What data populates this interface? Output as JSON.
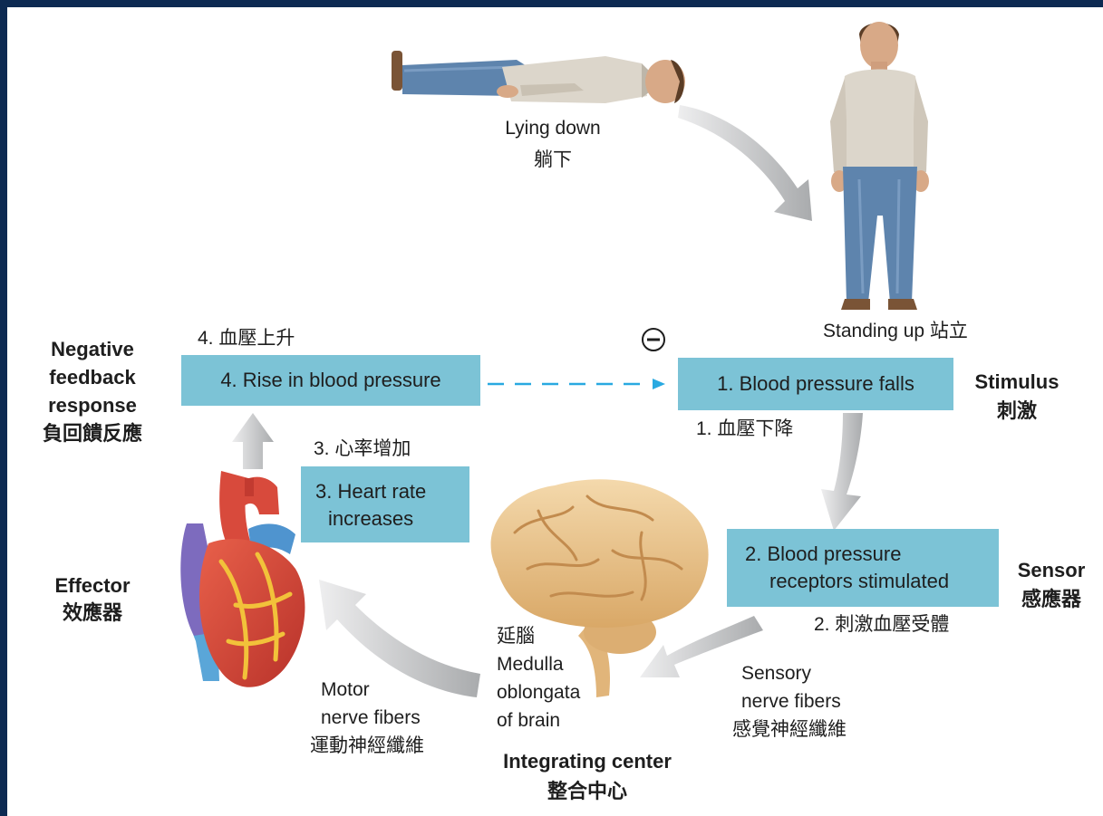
{
  "people": {
    "lying_en": "Lying down",
    "lying_zh": "躺下",
    "standing": "Standing up 站立"
  },
  "stimulus": {
    "box": "1. Blood pressure falls",
    "zh": "1. 血壓下降",
    "title_en": "Stimulus",
    "title_zh": "刺激"
  },
  "sensor": {
    "box_line1": "2. Blood pressure",
    "box_line2": "receptors stimulated",
    "zh": "2. 刺激血壓受體",
    "title_en": "Sensor",
    "title_zh": "感應器"
  },
  "sensory_fibers": {
    "line1": "Sensory",
    "line2": "nerve fibers",
    "zh": "感覺神經纖維"
  },
  "integrating": {
    "brain_zh": "延腦",
    "brain_line1": "Medulla",
    "brain_line2": "oblongata",
    "brain_line3": "of brain",
    "title_en": "Integrating center",
    "title_zh": "整合中心"
  },
  "motor_fibers": {
    "line1": "Motor",
    "line2": "nerve fibers",
    "zh": "運動神經纖維"
  },
  "effector": {
    "box_line1": "3. Heart rate",
    "box_line2": "increases",
    "zh": "3. 心率增加",
    "title_en": "Effector",
    "title_zh": "效應器"
  },
  "response": {
    "box": "4. Rise in blood pressure",
    "zh": "4. 血壓上升",
    "title_line1": "Negative",
    "title_line2": "feedback",
    "title_line3": "response",
    "title_zh": "負回饋反應"
  },
  "minus_symbol": "−",
  "colors": {
    "box_fill": "#7cc3d6",
    "dashed_arrow": "#29a9e1",
    "cycle_arrow": "#b8b9bb",
    "frame": "#0d2a52"
  }
}
